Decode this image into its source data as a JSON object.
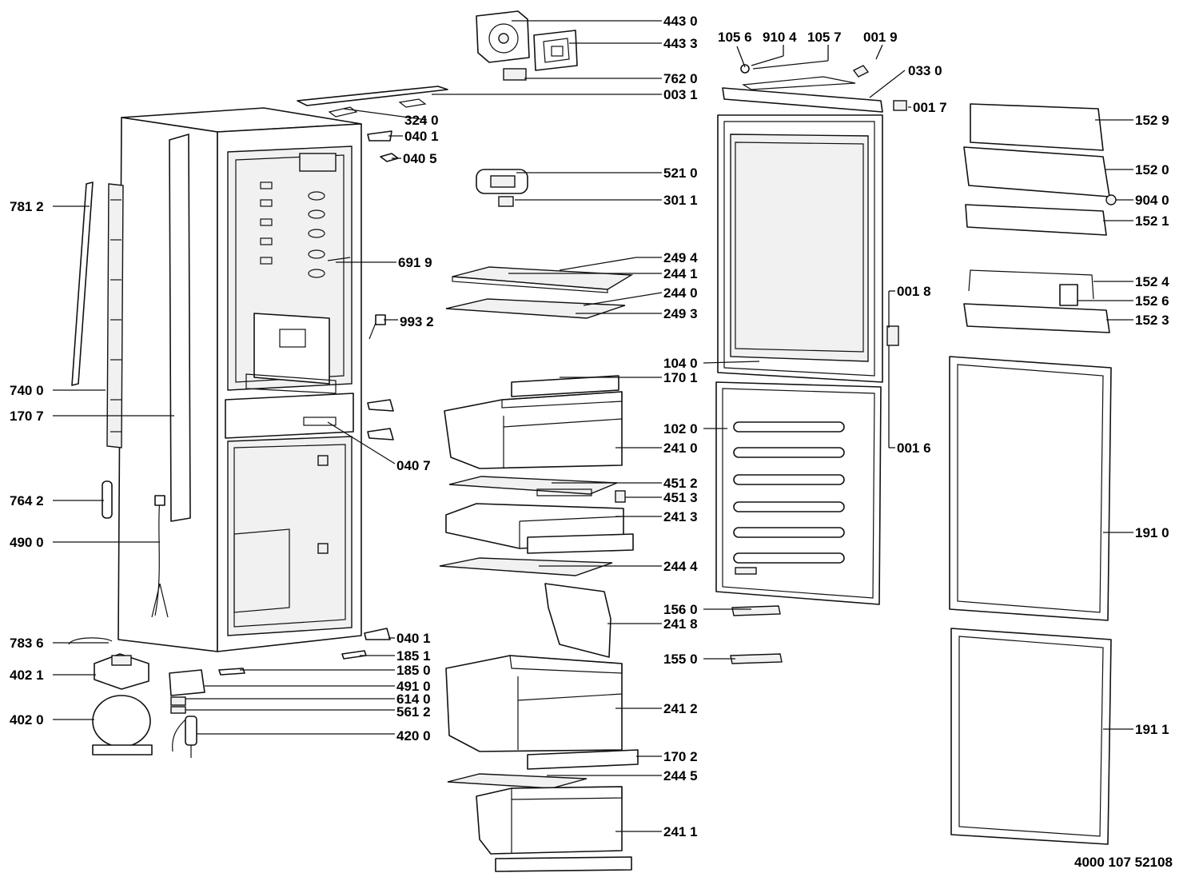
{
  "document_number": "4000 107 52108",
  "callouts": [
    {
      "label": "443 0"
    },
    {
      "label": "443 3"
    },
    {
      "label": "762 0"
    },
    {
      "label": "003 1"
    },
    {
      "label": "324 0"
    },
    {
      "label": "040 1"
    },
    {
      "label": "040 5"
    },
    {
      "label": "521 0"
    },
    {
      "label": "301 1"
    },
    {
      "label": "691 9"
    },
    {
      "label": "249 4"
    },
    {
      "label": "244 1"
    },
    {
      "label": "244 0"
    },
    {
      "label": "249 3"
    },
    {
      "label": "993 2"
    },
    {
      "label": "781 2"
    },
    {
      "label": "740 0"
    },
    {
      "label": "170 7"
    },
    {
      "label": "040 7"
    },
    {
      "label": "764 2"
    },
    {
      "label": "490 0"
    },
    {
      "label": "783 6"
    },
    {
      "label": "402 1"
    },
    {
      "label": "402 0"
    },
    {
      "label": "040 1"
    },
    {
      "label": "185 1"
    },
    {
      "label": "185 0"
    },
    {
      "label": "491 0"
    },
    {
      "label": "614 0"
    },
    {
      "label": "561 2"
    },
    {
      "label": "420 0"
    },
    {
      "label": "170 1"
    },
    {
      "label": "241 0"
    },
    {
      "label": "451 2"
    },
    {
      "label": "451 3"
    },
    {
      "label": "241 3"
    },
    {
      "label": "244 4"
    },
    {
      "label": "241 8"
    },
    {
      "label": "241 2"
    },
    {
      "label": "170 2"
    },
    {
      "label": "244 5"
    },
    {
      "label": "241 1"
    },
    {
      "label": "105 6"
    },
    {
      "label": "910 4"
    },
    {
      "label": "105 7"
    },
    {
      "label": "001 9"
    },
    {
      "label": "033 0"
    },
    {
      "label": "001 7"
    },
    {
      "label": "001 8"
    },
    {
      "label": "104 0"
    },
    {
      "label": "102 0"
    },
    {
      "label": "001 6"
    },
    {
      "label": "156 0"
    },
    {
      "label": "155 0"
    },
    {
      "label": "152 9"
    },
    {
      "label": "152 0"
    },
    {
      "label": "904 0"
    },
    {
      "label": "152 1"
    },
    {
      "label": "152 4"
    },
    {
      "label": "152 6"
    },
    {
      "label": "152 3"
    },
    {
      "label": "191 0"
    },
    {
      "label": "191 1"
    }
  ]
}
